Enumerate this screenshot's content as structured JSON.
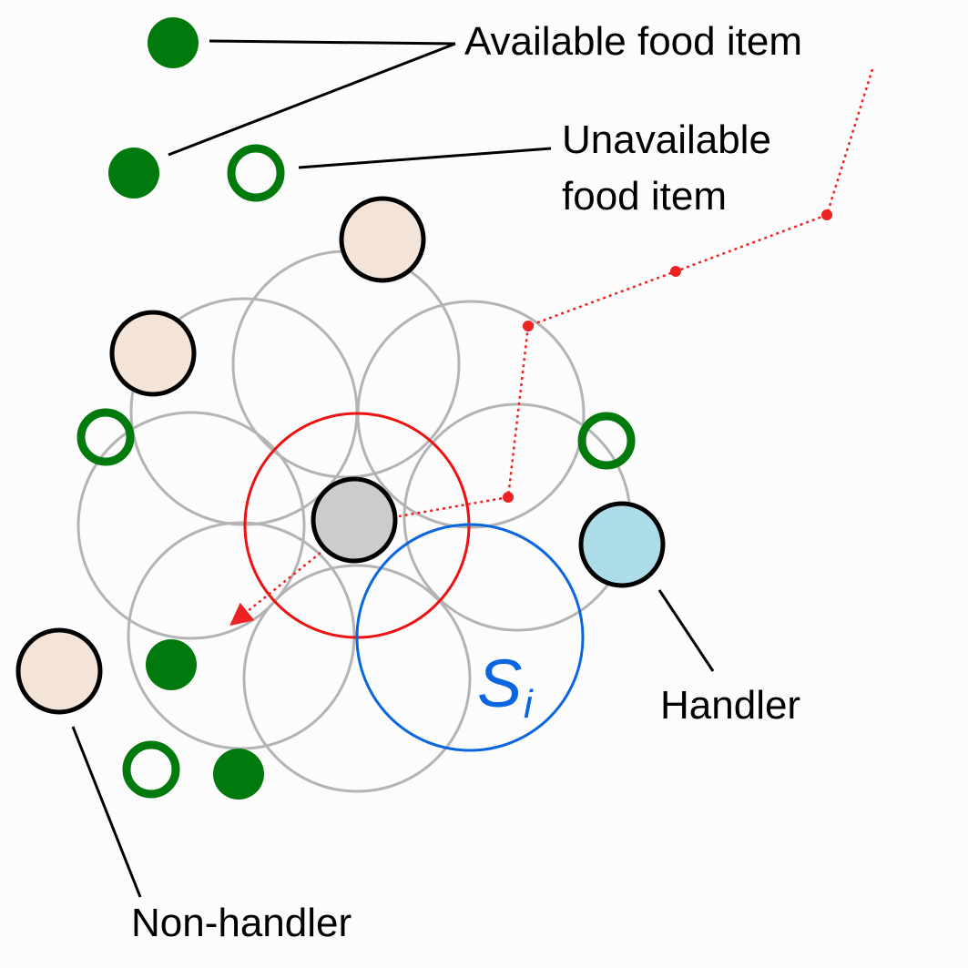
{
  "labels": {
    "available_food": "Available food item",
    "unavailable_food_line1": "Unavailable",
    "unavailable_food_line2": "food item",
    "handler": "Handler",
    "non_handler": "Non-handler",
    "sensing_symbol": "S",
    "sensing_subscript": "i"
  },
  "colors": {
    "available_food": "#007a0c",
    "unavailable_food": "#007a0c",
    "non_handler_fill": "#f4e4d7",
    "handler_fill": "#acdce8",
    "focal_agent_fill": "#cccccc",
    "neighbor_circle": "#b4b4b4",
    "focal_range": "#ee1111",
    "sensing_range": "#0a66e0",
    "trajectory": "#ee2222",
    "outline": "#000000"
  }
}
